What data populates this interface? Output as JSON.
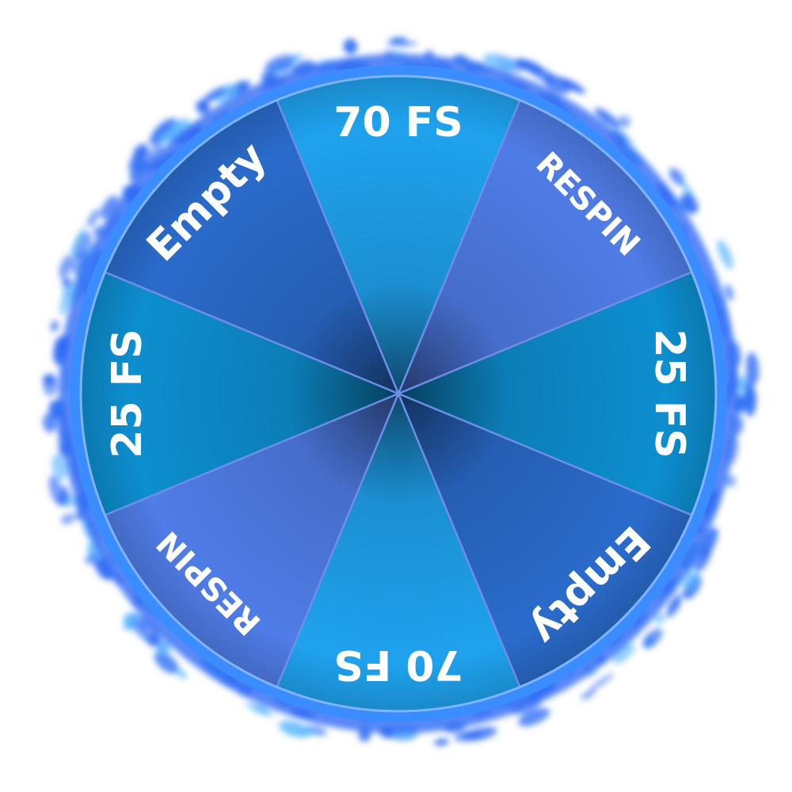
{
  "wheel": {
    "segments": [
      {
        "label": "70 FS",
        "color": "#1fa2ee"
      },
      {
        "label": "RESPIN",
        "color": "#4f7ce6"
      },
      {
        "label": "25 FS",
        "color": "#0d8ecf"
      },
      {
        "label": "Empty",
        "color": "#2a6bcb"
      },
      {
        "label": "70 FS",
        "color": "#1fa2ee"
      },
      {
        "label": "RESPIN",
        "color": "#4f7ce6"
      },
      {
        "label": "25 FS",
        "color": "#0d8ecf"
      },
      {
        "label": "Empty",
        "color": "#2a6bcb"
      }
    ],
    "divider_color": "#6f8ee8",
    "flame_color": "#2e6cf5",
    "flame_highlight": "#5fb8ff"
  }
}
